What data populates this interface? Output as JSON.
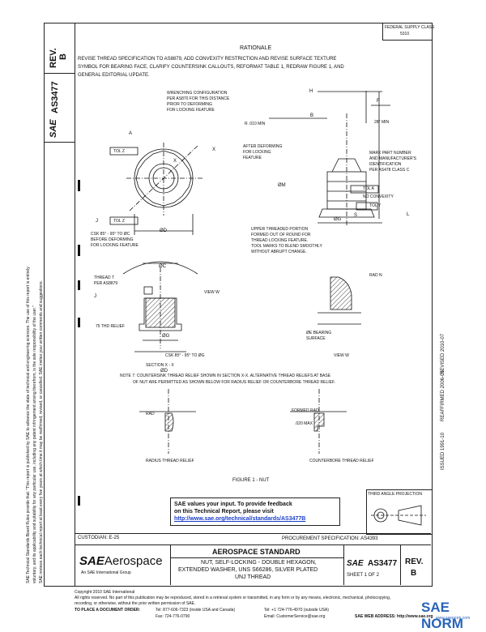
{
  "header": {
    "fed_class": "FEDERAL SUPPLY CLASS",
    "fed_class_num": "5310",
    "rationale_title": "RATIONALE",
    "rationale_text_1": "REVISE THREAD SPECIFICATION TO AS8879, ADD CONVEXITY RESTRICTION AND REVISE SURFACE TEXTURE",
    "rationale_text_2": "SYMBOL FOR BEARING FACE, CLARIFY COUNTERSINK CALLOUTS, REFORMAT TABLE 1, REDRAW FIGURE 1, AND",
    "rationale_text_3": "GENERAL EDITORIAL UPDATE."
  },
  "side": {
    "rev_label": "REV.",
    "rev_value": "B",
    "doc_number": "AS3477",
    "sae_mark": "SAE",
    "disclaimer_1": "SAE Technical Standards Board Rules provide that: \"This report is published by SAE to advance the state of technical and engineering sciences. The use of this report is entirely",
    "disclaimer_2": "voluntary, and its applicability and suitability for any particular use, including any patent infringement arising therefrom, is the sole responsibility of the user.\"",
    "disclaimer_3": "SAE reviews each technical report at least every five years at which time it may be reaffirmed, revised, or cancelled. SAE invites your written comments and suggestions."
  },
  "dates": {
    "revised": "REVISED 2010-07",
    "reaffirmed": "REAFFIRMED 2006-05",
    "issued": "ISSUED 1991-10"
  },
  "drawing": {
    "wrenching_note": [
      "WRENCHING CONFIGURATION",
      "PER AS870 FOR THIS DISTANCE",
      "PRIOR TO DEFORMING",
      "FOR LOCKING FEATURE"
    ],
    "r_min": "R .010 MIN",
    "angle_28": "28° MIN",
    "after_deforming": [
      "AFTER DEFORMING",
      "FOR LOCKING",
      "FEATURE"
    ],
    "mark_part": [
      "MARK PART NUMBER",
      "AND MANUFACTURER'S",
      "IDENTIFICATION",
      "PER AS478 CLASS C"
    ],
    "tol_a": "TOL A",
    "no_convexity": "NO CONVEXITY",
    "tol_y": "TOL Y",
    "tol_z": "TOL Z",
    "upper_thread": [
      "UPPER THREADED PORTION",
      "FORMED OUT OF ROUND FOR",
      "THREAD LOCKING FEATURE.",
      "TOOL MARKS TO BLEND SMOOTHLY",
      "WITHOUT ABRUPT CHANGE."
    ],
    "csk_note": [
      "CSK 85° - 95° TO ØC",
      "BEFORE DEFORMING",
      "FOR LOCKING FEATURE"
    ],
    "thread_t": [
      "THREAD T",
      "PER AS8879"
    ],
    "view_w_ref": "VIEW W",
    "thd_relief": "75 THD RELIEF",
    "csk_bottom": "CSK 85° - 95° TO ØG",
    "section_xx": "SECTION X - X",
    "rad_n": "RAD N",
    "bearing_surface": [
      "ØE BEARING",
      "SURFACE"
    ],
    "view_w": "VIEW W",
    "note_line_1": "NOTE 7: COUNTERSINK THREAD RELIEF SHOWN IN SECTION X-X. ALTERNATIVE THREAD RELIEFS AT BASE",
    "note_line_2": "OF NUT ARE PERMITTED AS SHOWN BELOW FOR RADIUS RELIEF OR COUNTERBORE THREAD RELIEF.",
    "rad": "RAD",
    "formed_rad": "FORMED RAD",
    "max_020": ".020 MAX",
    "radius_relief": "RADIUS THREAD RELIEF",
    "counterbore_relief": "COUNTERBORE THREAD RELIEF",
    "figure_caption": "FIGURE 1 - NUT",
    "labels": [
      "A",
      "B",
      "H",
      "F",
      "S",
      "L",
      "ØM",
      "ØD",
      "ØG",
      "ØC",
      "X",
      "X",
      "ØG",
      "ØD",
      "J",
      "J"
    ]
  },
  "feedback": {
    "line_1": "SAE values your input. To provide feedback",
    "line_2": "on this Technical Report, please visit",
    "url": "http://www.sae.org/technical/standards/AS3477B"
  },
  "title_block": {
    "third_angle": "THIRD ANGLE PROJECTION",
    "custodian": "CUSTODIAN:  E-25",
    "procurement": "PROCUREMENT SPECIFICATION:  AS4393",
    "logo_sae": "SAE",
    "logo_aero": "Aerospace",
    "logo_sub": "An SAE International Group",
    "std_title": "AEROSPACE STANDARD",
    "desc_1": "NUT, SELF-LOCKING - DOUBLE HEXAGON,",
    "desc_2": "EXTENDED WASHER, UNS S66286, SILVER PLATED",
    "desc_3": "UNJ THREAD",
    "doc_num": "AS3477",
    "sheet": "SHEET 1 OF 2",
    "rev_label": "REV.",
    "rev": "B"
  },
  "footer": {
    "copyright": "Copyright 2010 SAE International",
    "rights_1": "All rights reserved. No part of this publication may be reproduced, stored in a retrieval system or transmitted, in any form or by any means, electronic, mechanical, photocopying,",
    "rights_2": "recording, or otherwise, without the prior written permission of SAE.",
    "order": "TO PLACE A DOCUMENT ORDER:",
    "tel1": "Tel:  877-606-7323 (inside USA and Canada)",
    "tel2": "Tel:  +1 724-776-4970 (outside USA)",
    "fax": "Fax:  724-776-0790",
    "email": "Email:  CustomerService@sae.org",
    "web": "SAE WEB ADDRESS:  http://www.sae.org"
  },
  "watermark": {
    "text": "SAE NORM",
    "sub": "www.saenorm.com"
  }
}
